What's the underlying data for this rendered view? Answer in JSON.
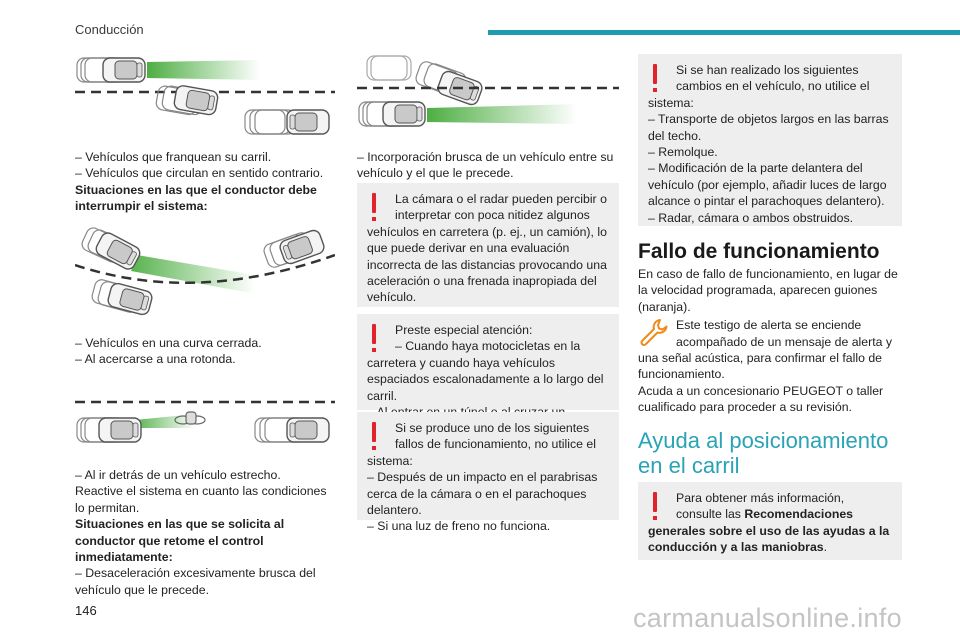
{
  "header": {
    "section": "Conducción",
    "page_number": "146",
    "watermark": "carmanualsonline.info"
  },
  "col1": {
    "list1": [
      "–  Vehículos que franquean su carril.",
      "–  Vehículos que circulan en sentido contrario."
    ],
    "heading1": "Situaciones en las que el conductor debe interrumpir el sistema:",
    "list2": [
      "–  Vehículos en una curva cerrada.",
      "–  Al acercarse a una rotonda."
    ],
    "list3": [
      "–  Al ir detrás de un vehículo estrecho."
    ],
    "para1": "Reactive el sistema en cuanto las condiciones lo permitan.",
    "heading2": "Situaciones en las que se solicita al conductor que retome el control inmediatamente:",
    "list4": [
      "–  Desaceleración excesivamente brusca del vehículo que le precede."
    ]
  },
  "col2": {
    "list1": [
      "–  Incorporación brusca de un vehículo entre su vehículo y el que le precede."
    ],
    "warn1": "La cámara o el radar pueden percibir o interpretar con poca nitidez algunos vehículos en carretera (p. ej., un camión), lo que puede derivar en una evaluación incorrecta de las distancias provocando una aceleración o una frenada inapropiada del vehículo.",
    "warn2": [
      "Preste especial atención:",
      "–  Cuando haya motocicletas en la carretera y cuando haya vehículos espaciados escalonadamente a lo largo del carril.",
      "–  Al entrar en un túnel o al cruzar un puente."
    ],
    "warn3": [
      "Si se produce uno de los siguientes fallos de funcionamiento, no utilice el sistema:",
      "–  Después de un impacto en el parabrisas cerca de la cámara o en el parachoques delantero.",
      "–  Si una luz de freno no funciona."
    ]
  },
  "col3": {
    "warn1": [
      "Si se han realizado los siguientes cambios en el vehículo, no utilice el sistema:",
      "–  Transporte de objetos largos en las barras del techo.",
      "–  Remolque.",
      "–  Modificación de la parte delantera del vehículo (por ejemplo, añadir luces de largo alcance o pintar el parachoques delantero).",
      "–  Radar, cámara o ambos obstruidos."
    ],
    "fault_title": "Fallo de funcionamiento",
    "fault_para": "En caso de fallo de funcionamiento, en lugar de la velocidad programada, aparecen guiones (naranja).",
    "fault_alert": "Este testigo de alerta se enciende acompañado de un mensaje de alerta y una señal acústica, para confirmar el fallo de funcionamiento.",
    "fault_para2": "Acuda a un concesionario PEUGEOT o taller cualificado para proceder a su revisión.",
    "lane_title": "Ayuda al posicionamiento en el carril",
    "lane_note_pre": "Para obtener más información, consulte las ",
    "lane_note_bold": "Recomendaciones generales sobre el uso de las ayudas a la conducción y a las maniobras",
    "lane_note_post": "."
  },
  "colors": {
    "accent": "#29a3b5",
    "warning": "#e0242b",
    "radar_beam": "#3aa52e"
  }
}
